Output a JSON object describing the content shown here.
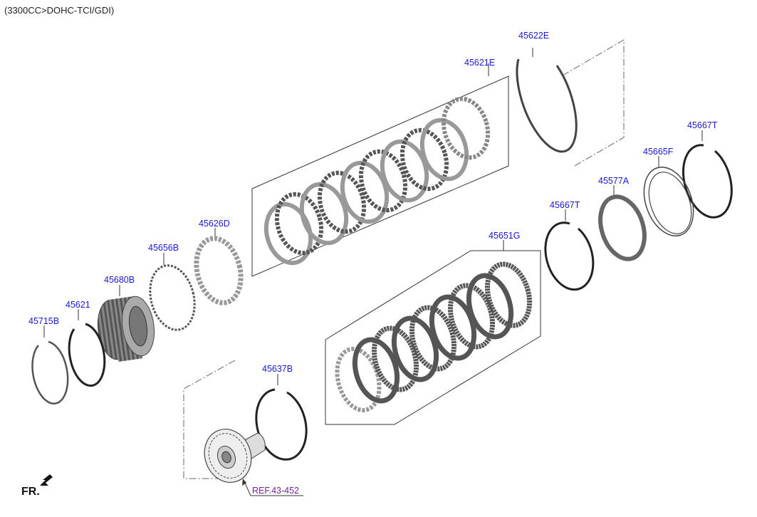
{
  "header": {
    "variant": "(3300CC>DOHC-TCI/GDI)"
  },
  "direction": {
    "label": "FR."
  },
  "reference": {
    "label": "REF.43-452"
  },
  "colors": {
    "label": "#1a1ad6",
    "reference": "#7a1fa2",
    "line": "#333333"
  },
  "parts": {
    "p45622E": "45622E",
    "p45621E": "45621E",
    "p45626D": "45626D",
    "p45656B": "45656B",
    "p45680B": "45680B",
    "p45621": "45621",
    "p45715B": "45715B",
    "p45667T_upper": "45667T",
    "p45665F": "45665F",
    "p45577A": "45577A",
    "p45667T_lower": "45667T",
    "p45651G": "45651G",
    "p45637B": "45637B"
  }
}
